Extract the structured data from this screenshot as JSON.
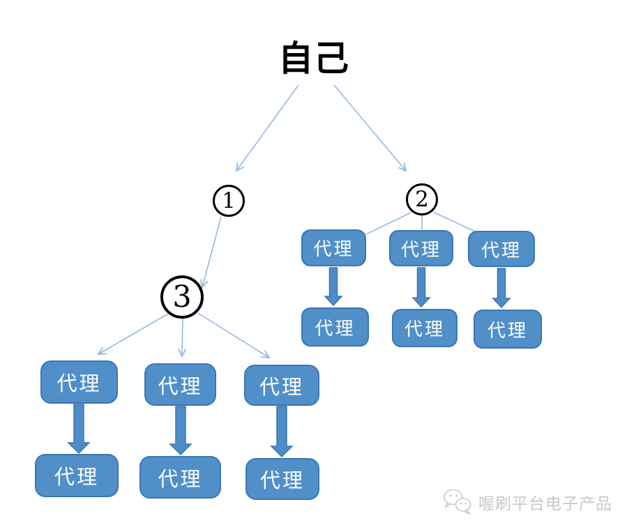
{
  "title": "自己",
  "circles": [
    {
      "id": "node-1",
      "label": "1"
    },
    {
      "id": "node-2",
      "label": "2"
    },
    {
      "id": "node-3",
      "label": "3"
    }
  ],
  "clusters": {
    "right": {
      "parent_circle": "2",
      "top": [
        "代理",
        "代理",
        "代理"
      ],
      "bottom": [
        "代理",
        "代理",
        "代理"
      ]
    },
    "left": {
      "parent_circle": "3",
      "top": [
        "代理",
        "代理",
        "代理"
      ],
      "bottom": [
        "代理",
        "代理",
        "代理"
      ]
    }
  },
  "watermark": {
    "icon": "wechat-icon",
    "text": "喔刷平台电子产品"
  },
  "colors": {
    "box_fill": "#518FC9",
    "box_border": "#3A76B4",
    "box_text": "#FFFFFF",
    "connector_blue": "#93B9E2",
    "arrow_fill": "#4E8CC6",
    "arrow_border": "#3A76B4",
    "title_text": "#000000",
    "circle_border": "#000000",
    "watermark_gray": "#C8C8C8"
  }
}
